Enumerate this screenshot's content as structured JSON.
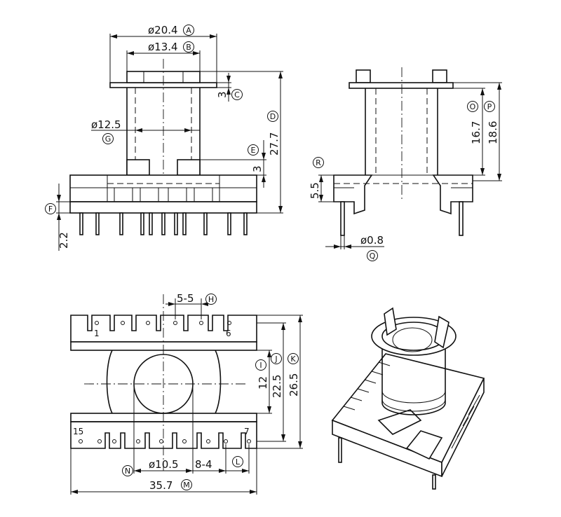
{
  "dimensions": {
    "A": {
      "value": "ø20.4",
      "letter": "A"
    },
    "B": {
      "value": "ø13.4",
      "letter": "B"
    },
    "C": {
      "value": "3",
      "letter": "C"
    },
    "D": {
      "value": "27.7",
      "letter": "D"
    },
    "E": {
      "value": "3",
      "letter": "E"
    },
    "F": {
      "value": "2.2",
      "letter": "F"
    },
    "G": {
      "value": "ø12.5",
      "letter": "G"
    },
    "H": {
      "value": "5-5",
      "letter": "H"
    },
    "I": {
      "value": "12",
      "letter": "I"
    },
    "J": {
      "value": "22.5",
      "letter": "J"
    },
    "K": {
      "value": "26.5",
      "letter": "K"
    },
    "L": {
      "value": "8-4",
      "letter": "L"
    },
    "M": {
      "value": "35.7",
      "letter": "M"
    },
    "N": {
      "value": "ø10.5",
      "letter": "N"
    },
    "O": {
      "value": "16.7",
      "letter": "O"
    },
    "P": {
      "value": "18.6",
      "letter": "P"
    },
    "Q": {
      "value": "ø0.8",
      "letter": "Q"
    },
    "R": {
      "value": "5.5",
      "letter": "R"
    }
  },
  "pins": {
    "top_first": "1",
    "top_last": "6",
    "bottom_first": "15",
    "bottom_last": "7"
  }
}
